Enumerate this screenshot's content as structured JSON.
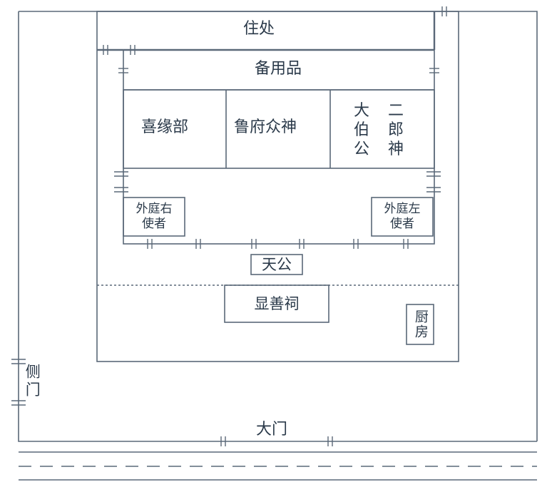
{
  "rooms": {
    "residence": "住处",
    "supplies": "备用品",
    "xiyuanbu": "喜缘部",
    "lufu_deities": "鲁府众神",
    "erlang_col1": "大\n伯\n公",
    "erlang_col2": "二\n郎\n神",
    "right_messenger": "外庭右\n使者",
    "left_messenger": "外庭左\n使者",
    "tiangong": "天公",
    "xianshan_temple": "显善祠",
    "kitchen": "厨房",
    "side_gate": "侧门",
    "main_gate": "大门"
  },
  "colors": {
    "line": "#5a6878",
    "text": "#2b3a4a"
  }
}
